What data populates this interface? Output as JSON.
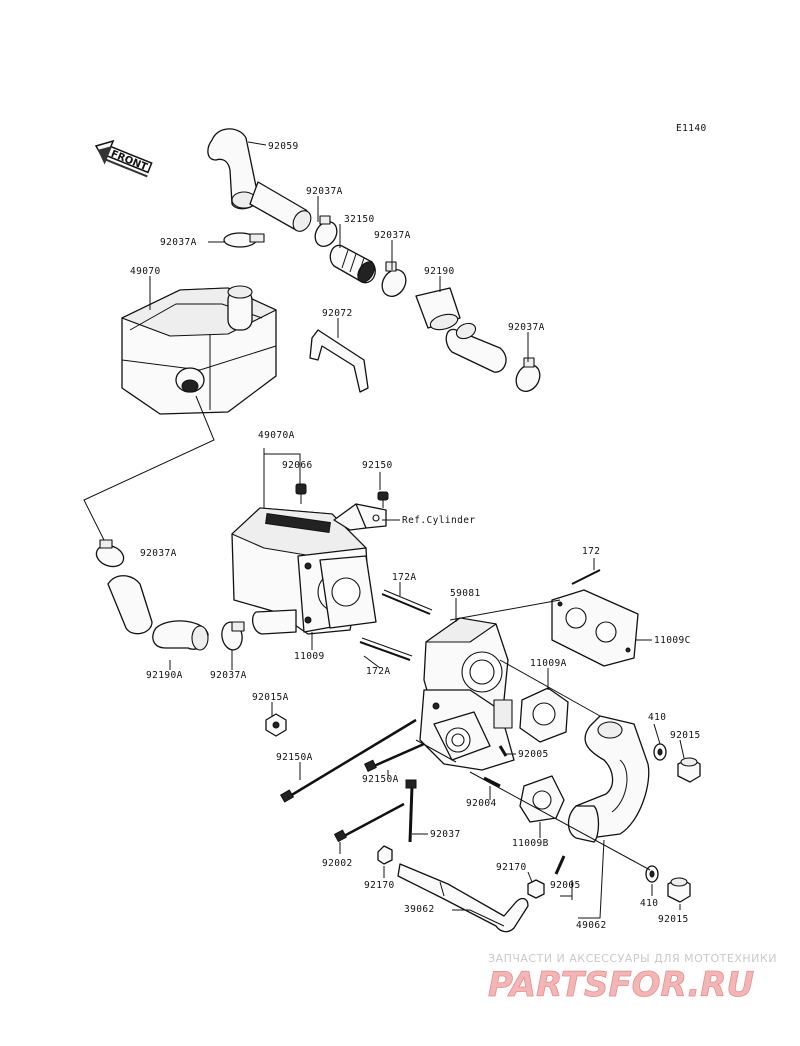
{
  "diagram_code": "E1140",
  "front_label": "FRONT",
  "reference_label": "Ref.Cylinder",
  "watermark": {
    "caption": "ЗАПЧАСТИ И АКСЕССУАРЫ ДЛЯ МОТОТЕХНИКИ",
    "logo": "PARTSFOR.RU"
  },
  "part_labels": {
    "p92059": "92059",
    "p92037A_1": "92037A",
    "p32150": "32150",
    "p92037A_2": "92037A",
    "p92037A_3": "92037A",
    "p49070": "49070",
    "p92072": "92072",
    "p92190": "92190",
    "p92037A_4": "92037A",
    "p49070A": "49070A",
    "p92066": "92066",
    "p92150_1": "92150",
    "p92037A_5": "92037A",
    "p172_1": "172",
    "p172A_1": "172A",
    "p59081": "59081",
    "p11009C": "11009C",
    "p11009": "11009",
    "p172A_2": "172A",
    "p11009A": "11009A",
    "p92190A": "92190A",
    "p92037A_6": "92037A",
    "p92015A": "92015A",
    "p410_1": "410",
    "p92015_1": "92015",
    "p92005_1": "92005",
    "p92150A_1": "92150A",
    "p92150A_2": "92150A",
    "p92004": "92004",
    "p11009B": "11009B",
    "p92037": "92037",
    "p92002": "92002",
    "p92170_1": "92170",
    "p92170_2": "92170",
    "p92005_2": "92005",
    "p410_2": "410",
    "p39062": "39062",
    "p49062": "49062",
    "p92015_2": "92015"
  }
}
